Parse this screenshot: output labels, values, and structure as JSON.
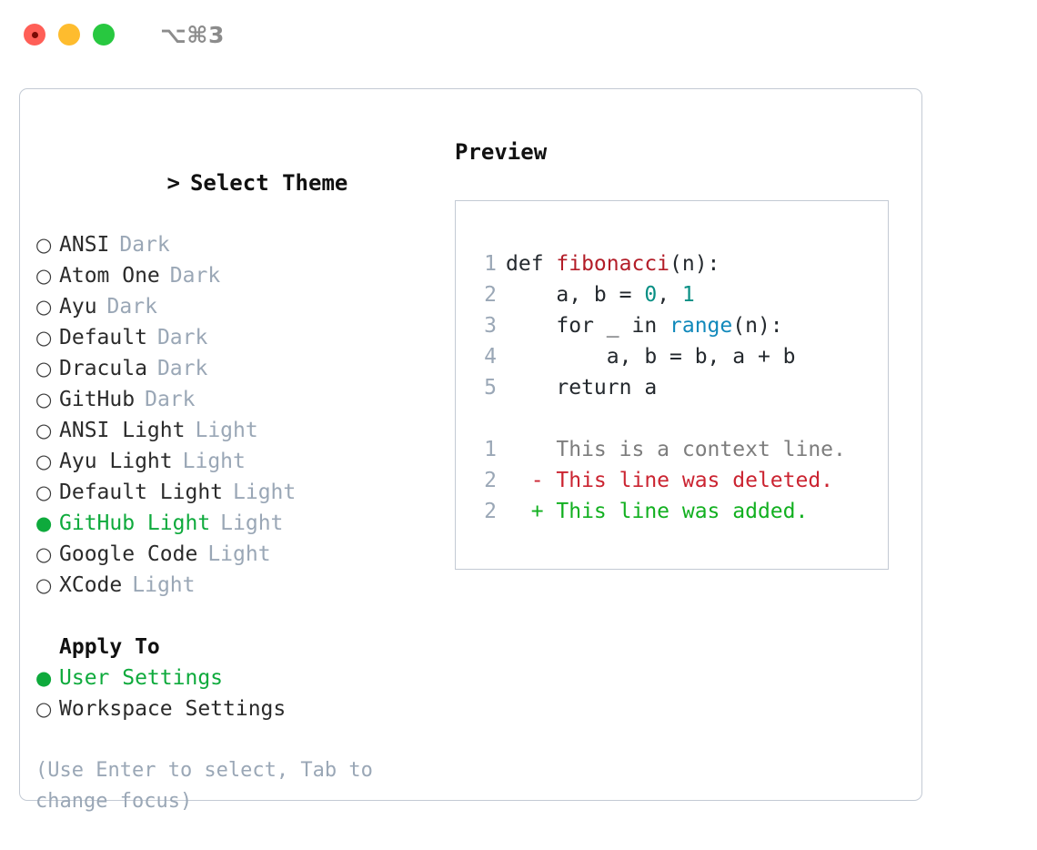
{
  "titlebar": {
    "shortcut": "⌥⌘3",
    "lights": [
      "close",
      "minimize",
      "zoom"
    ]
  },
  "theme_panel": {
    "header": "> Select Theme",
    "caret": ">",
    "header_label": "Select Theme",
    "bullet_empty": "○",
    "bullet_filled": "●",
    "items": [
      {
        "label": "ANSI",
        "tag": "Dark",
        "selected": false
      },
      {
        "label": "Atom One",
        "tag": "Dark",
        "selected": false
      },
      {
        "label": "Ayu",
        "tag": "Dark",
        "selected": false
      },
      {
        "label": "Default",
        "tag": "Dark",
        "selected": false
      },
      {
        "label": "Dracula",
        "tag": "Dark",
        "selected": false
      },
      {
        "label": "GitHub",
        "tag": "Dark",
        "selected": false
      },
      {
        "label": "ANSI Light",
        "tag": "Light",
        "selected": false
      },
      {
        "label": "Ayu Light",
        "tag": "Light",
        "selected": false
      },
      {
        "label": "Default Light",
        "tag": "Light",
        "selected": false
      },
      {
        "label": "GitHub Light",
        "tag": "Light",
        "selected": true
      },
      {
        "label": "Google Code",
        "tag": "Light",
        "selected": false
      },
      {
        "label": "XCode",
        "tag": "Light",
        "selected": false
      }
    ],
    "apply_to": {
      "title": "Apply To",
      "options": [
        {
          "label": "User Settings",
          "selected": true
        },
        {
          "label": "Workspace Settings",
          "selected": false
        }
      ]
    },
    "hint": "(Use Enter to select, Tab to change focus)"
  },
  "preview": {
    "title": "Preview",
    "code_lines": [
      {
        "num": "1",
        "segments": [
          {
            "text": "def ",
            "type": "plain"
          },
          {
            "text": "fibonacci",
            "type": "fn"
          },
          {
            "text": "(n):",
            "type": "plain"
          }
        ]
      },
      {
        "num": "2",
        "segments": [
          {
            "text": "    a, b = ",
            "type": "plain"
          },
          {
            "text": "0",
            "type": "num"
          },
          {
            "text": ", ",
            "type": "plain"
          },
          {
            "text": "1",
            "type": "num"
          }
        ]
      },
      {
        "num": "3",
        "segments": [
          {
            "text": "    for _ in ",
            "type": "plain"
          },
          {
            "text": "range",
            "type": "call"
          },
          {
            "text": "(n):",
            "type": "plain"
          }
        ]
      },
      {
        "num": "4",
        "segments": [
          {
            "text": "        a, b = b, a + b",
            "type": "plain"
          }
        ]
      },
      {
        "num": "5",
        "segments": [
          {
            "text": "    return a",
            "type": "plain"
          }
        ]
      }
    ],
    "diff_lines": [
      {
        "num": "1",
        "marker": "  ",
        "text": "This is a context line.",
        "type": "ctx"
      },
      {
        "num": "2",
        "marker": "- ",
        "text": "This line was deleted.",
        "type": "del"
      },
      {
        "num": "2",
        "marker": "+ ",
        "text": "This line was added.",
        "type": "add"
      }
    ]
  },
  "colors": {
    "accent_green": "#0eaa3c",
    "tag_gray": "#9aa7b6",
    "border": "#c3cad4",
    "fn_red": "#b31d28",
    "num_teal": "#088f84",
    "call_blue": "#1189bb",
    "diff_del": "#cb2431",
    "diff_add": "#12b020",
    "diff_ctx": "#7d7d7d"
  }
}
